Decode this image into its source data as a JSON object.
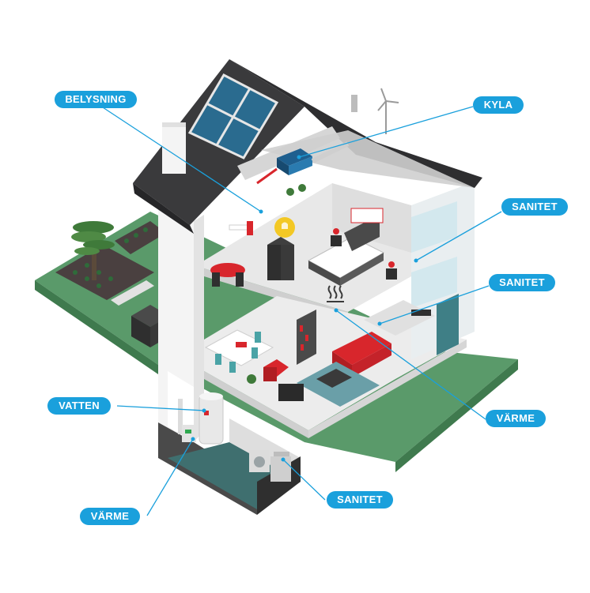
{
  "labels": {
    "belysning": "BELYSNING",
    "kyla": "KYLA",
    "sanitet_top": "SANITET",
    "sanitet_mid": "SANITET",
    "varme_right": "VÄRME",
    "vatten": "VATTEN",
    "varme_left": "VÄRME",
    "sanitet_bottom": "SANITET"
  },
  "icons": [
    "solar-panel-icon",
    "wind-turbine-icon",
    "light-bulb-icon",
    "heat-waves-icon",
    "heat-pump-icon",
    "water-heater-icon",
    "tree-icon"
  ],
  "colors": {
    "label_bg": "#1aa0dc",
    "label_text": "#ffffff",
    "roof": "#3a3a3c",
    "lawn": "#5a9a6a",
    "wall": "#f2f2f2",
    "floor": "#e9e9e9",
    "accent_red": "#d8262c",
    "basement_floor": "#3f6f6f"
  }
}
